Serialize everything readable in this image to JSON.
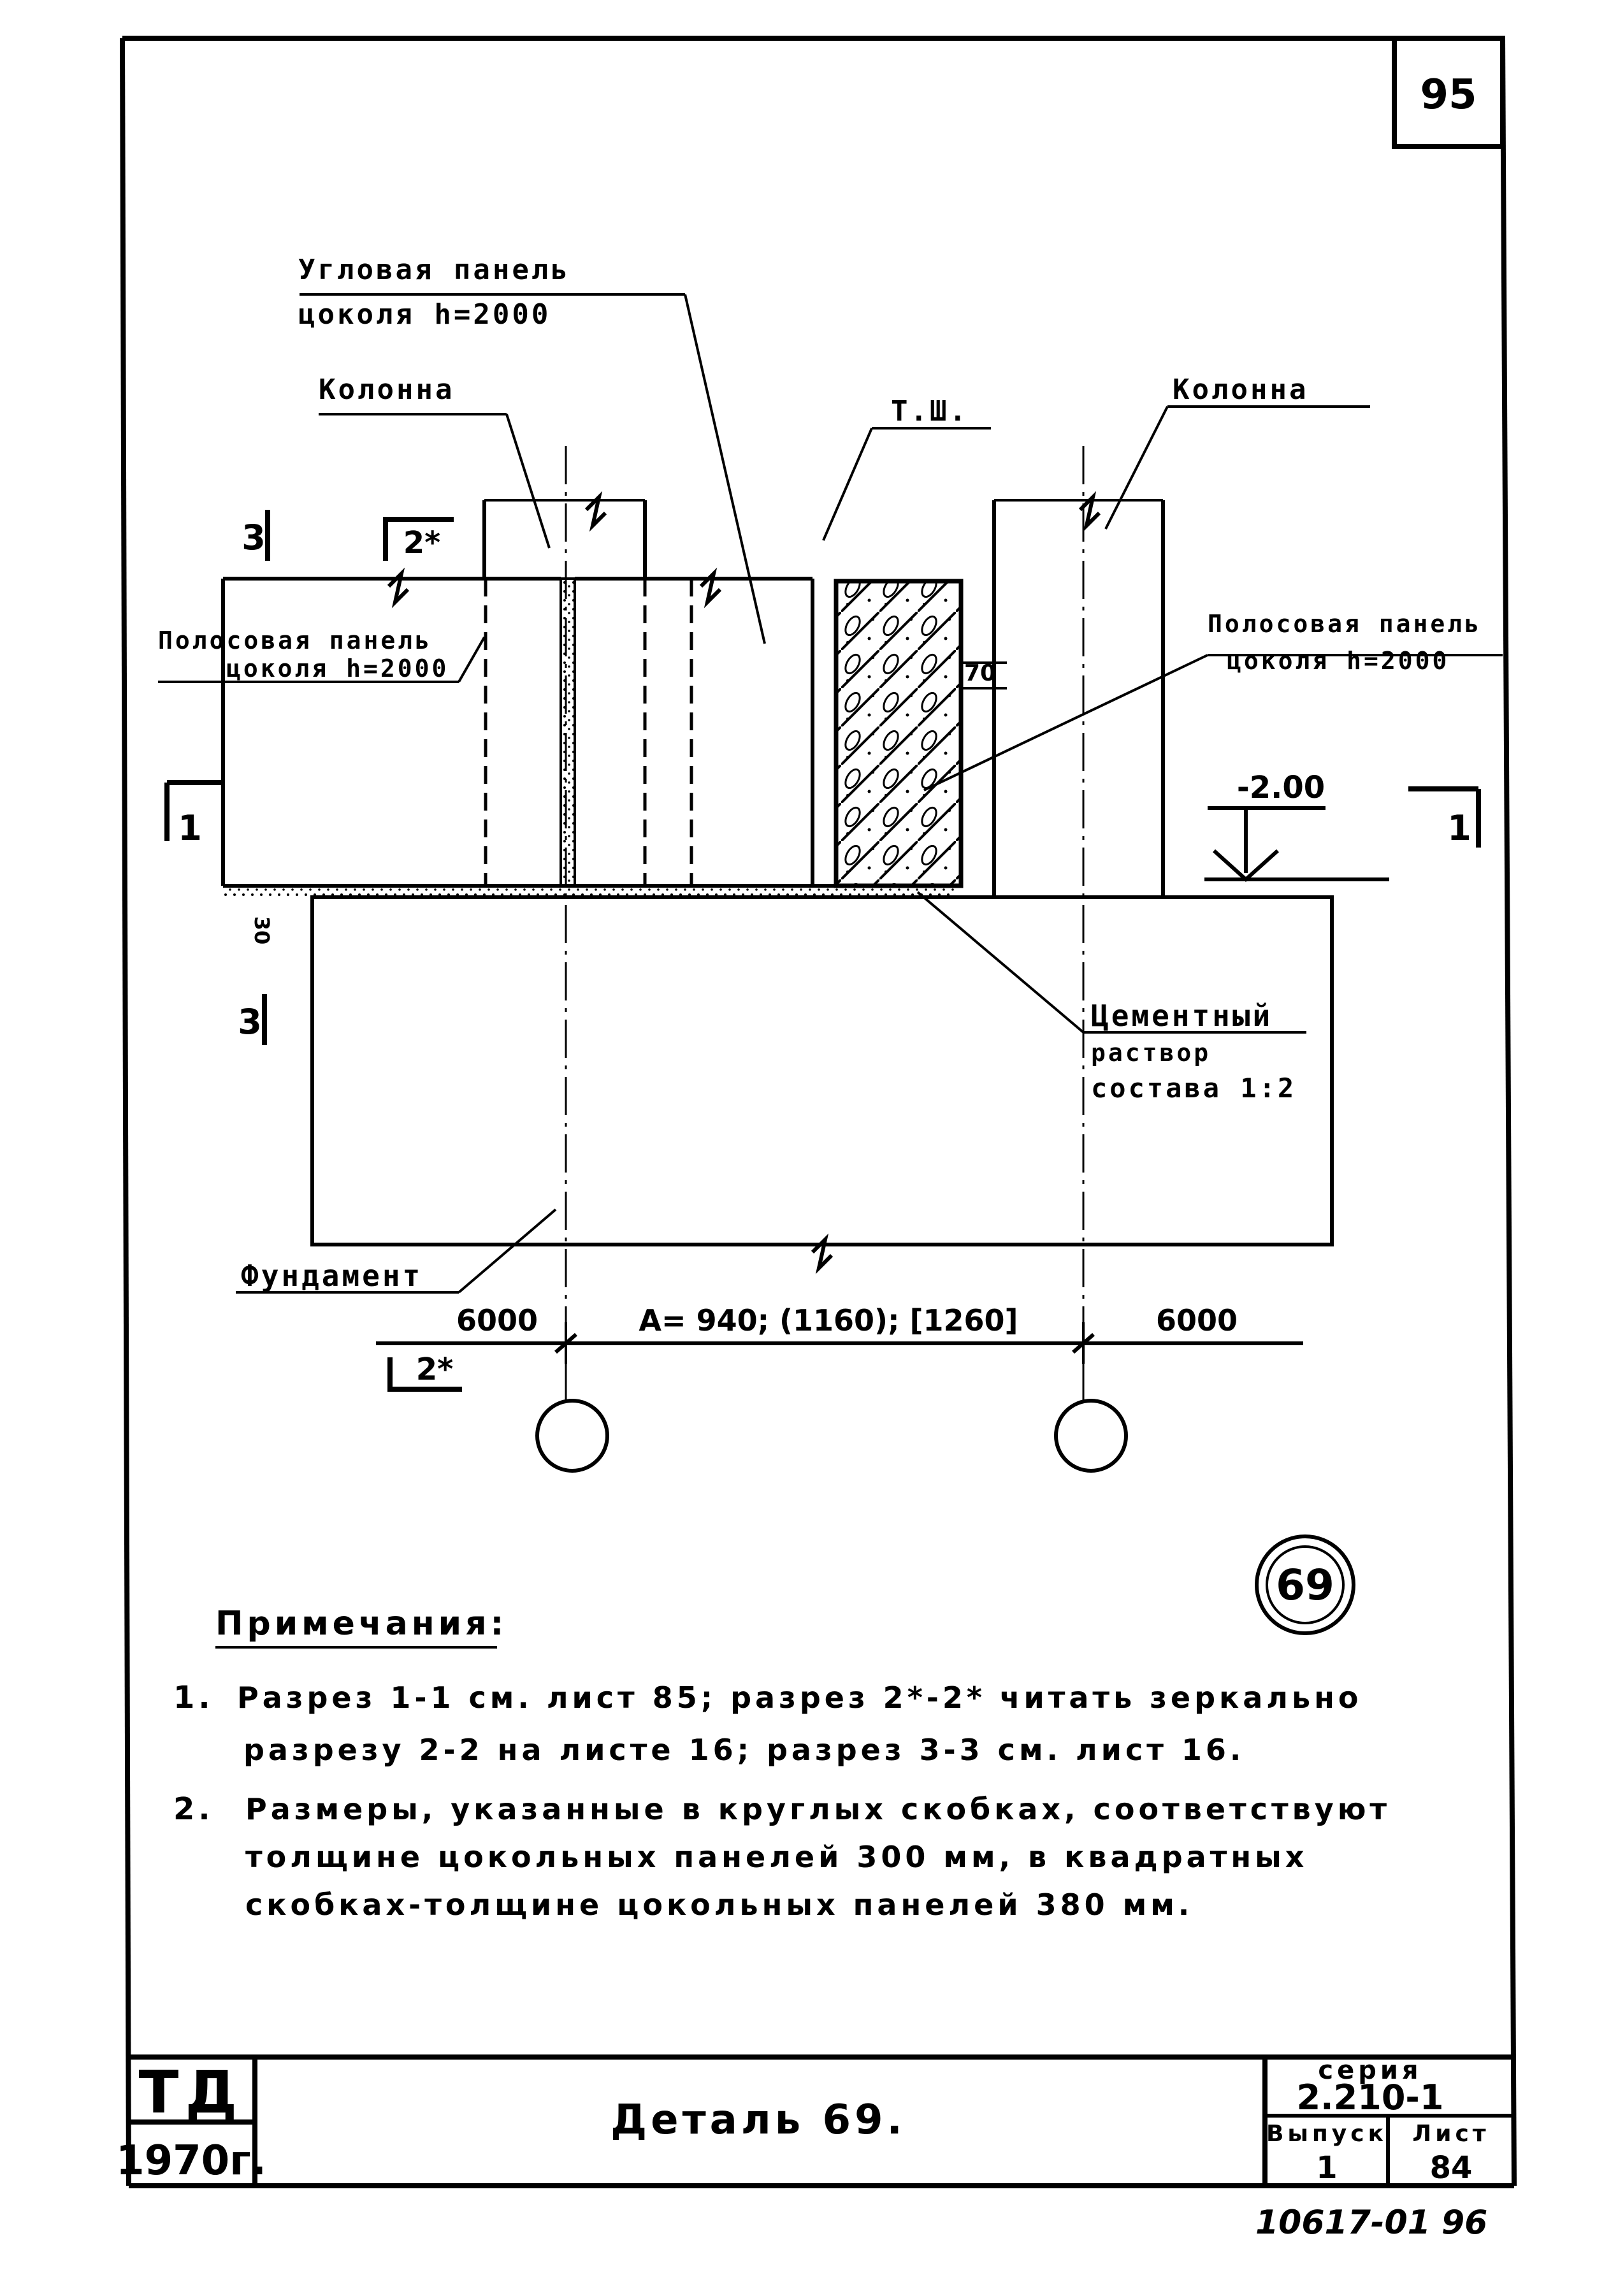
{
  "sheet_number": "95",
  "labels": {
    "corner_panel_line1": "Угловая панель",
    "corner_panel_line2": "цоколя h=2000",
    "column_left": "Колонна",
    "column_right": "Колонна",
    "tsh": "Т.Ш.",
    "strip_panel_left_line1": "Полосовая панель",
    "strip_panel_left_line2": "цоколя h=2000",
    "strip_panel_right_line1": "Полосовая панель",
    "strip_panel_right_line2": "цоколя h=2000",
    "elevation": "-2.00",
    "cement_line1": "Цементный",
    "cement_line2": "раствор",
    "cement_line3": "состава 1:2",
    "foundation": "Фундамент",
    "section_mark_top": "2*",
    "section_mark_bottom": "2*",
    "section_1_left": "1",
    "section_1_right": "1",
    "section_3_top": "3",
    "section_3_bottom": "3",
    "dim_70": "70",
    "dim_30": "30",
    "detail_circle": "69"
  },
  "dimensions": {
    "left": "6000",
    "middle": "A= 940; (1160); [1260]",
    "right": "6000"
  },
  "notes": {
    "title": "Примечания:",
    "n1_num": "1.",
    "n1_line1": "Разрез 1-1 см. лист 85; разрез 2*-2* читать зеркально",
    "n1_line2": "разрезу 2-2 на листе 16; разрез 3-3 см. лист 16.",
    "n2_num": "2.",
    "n2_line1": "Размеры, указанные в круглых скобках, соответствуют",
    "n2_line2": "толщине цокольных панелей 300 мм, в квадратных",
    "n2_line3": "скобках-толщине цокольных панелей 380 мм."
  },
  "title_block": {
    "org": "ТД",
    "year": "1970г.",
    "title": "Деталь 69.",
    "series_label": "серия",
    "series_value": "2.210-1",
    "issue_label": "Выпуск",
    "issue_value": "1",
    "sheet_label": "Лист",
    "sheet_value": "84"
  },
  "footer_stamp": "10617-01",
  "footer_page": "96"
}
